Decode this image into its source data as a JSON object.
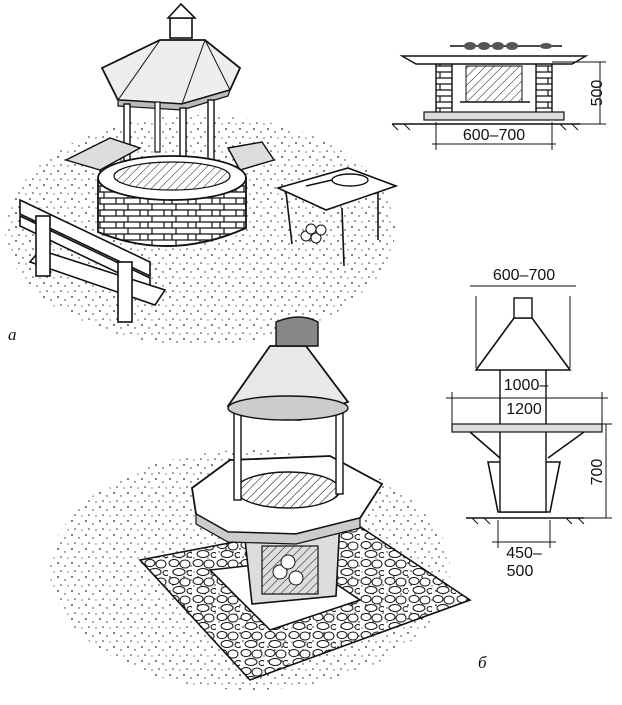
{
  "figure": {
    "labels": {
      "a": "а",
      "b": "б"
    },
    "dimensions": {
      "top_grill_height": "500",
      "top_grill_width": "600–700",
      "bottom_width_top": "600–700",
      "bottom_mid_1": "1000–",
      "bottom_mid_2": "1200",
      "bottom_height": "700",
      "bottom_base_1": "450–",
      "bottom_base_2": "500"
    }
  }
}
